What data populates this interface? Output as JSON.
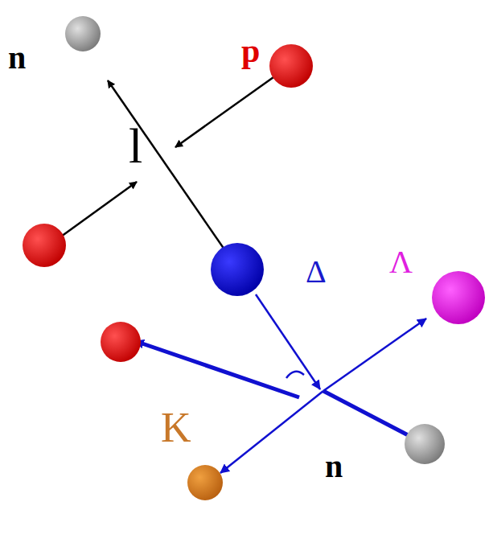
{
  "diagram": {
    "labels": [
      "n",
      "p",
      "l",
      "Δ",
      "Λ",
      "K",
      "n"
    ]
  }
}
